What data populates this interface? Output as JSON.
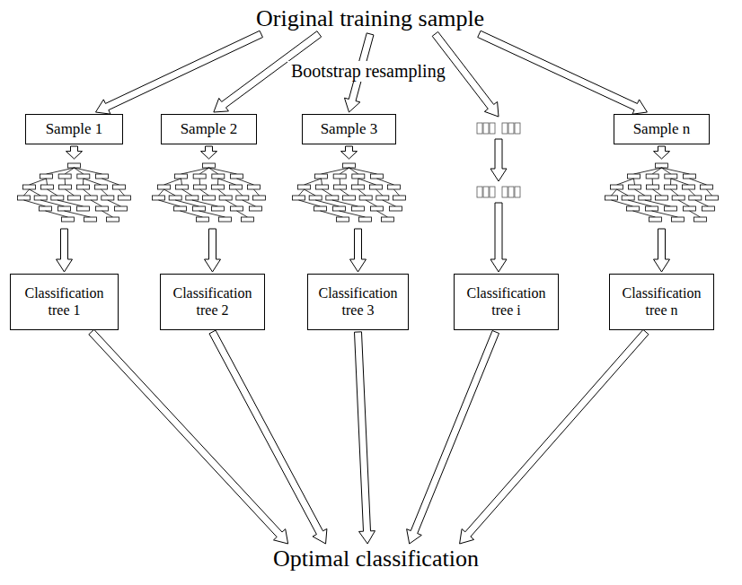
{
  "diagram": {
    "nodes": [
      {
        "text": [
          "Original training sample"
        ]
      },
      {
        "text": [
          "Sample 1"
        ]
      },
      {
        "text": [
          "Sample 2"
        ]
      },
      {
        "text": [
          "Sample 3"
        ]
      },
      {
        "text": [
          "Sample n"
        ]
      },
      {
        "text": [
          "Classification tree 1"
        ]
      },
      {
        "text": [
          "Classification tree 2"
        ]
      },
      {
        "text": [
          "Classification tree 3"
        ]
      },
      {
        "text": [
          "Classification tree i"
        ]
      },
      {
        "text": [
          "Classification tree n"
        ]
      },
      {
        "text": [
          "Optimal classification"
        ]
      }
    ],
    "edges": [
      {
        "from": 0,
        "to": 1,
        "arrow": "to"
      },
      {
        "from": 0,
        "to": 2,
        "arrow": "to"
      },
      {
        "from": 0,
        "to": 3,
        "arrow": "to"
      },
      {
        "from": 0,
        "to": 4,
        "arrow": "to"
      },
      {
        "from": 1,
        "to": 5,
        "arrow": "to"
      },
      {
        "from": 2,
        "to": 6,
        "arrow": "to"
      },
      {
        "from": 3,
        "to": 7,
        "arrow": "to"
      },
      {
        "from": 4,
        "to": 9,
        "arrow": "to"
      },
      {
        "from": 5,
        "to": 10,
        "arrow": "to"
      },
      {
        "from": 6,
        "to": 10,
        "arrow": "to"
      },
      {
        "from": 7,
        "to": 10,
        "arrow": "to"
      },
      {
        "from": 8,
        "to": 10,
        "arrow": "to"
      },
      {
        "from": 9,
        "to": 10,
        "arrow": "to"
      }
    ],
    "labels": [
      "Bootstrap resampling"
    ]
  }
}
